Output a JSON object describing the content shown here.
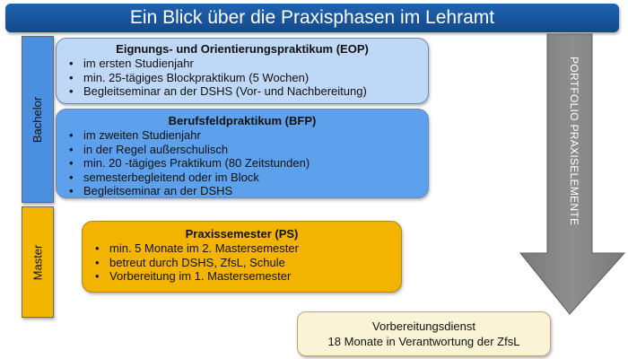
{
  "title": "Ein Blick über die Praxisphasen im Lehramt",
  "stages": {
    "bachelor": "Bachelor",
    "master": "Master"
  },
  "eop": {
    "heading": "Eignungs- und Orientierungspraktikum (EOP)",
    "items": [
      "im ersten Studienjahr",
      "min. 25-tägiges Blockpraktikum (5 Wochen)",
      "Begleitseminar an der DSHS (Vor- und Nachbereitung)"
    ]
  },
  "bfp": {
    "heading": "Berufsfeldpraktikum (BFP)",
    "items": [
      "im zweiten Studienjahr",
      "in der Regel außerschulisch",
      "min. 20 -tägiges Praktikum  (80 Zeitstunden)",
      "semesterbegleitend oder im Block",
      "Begleitseminar an der DSHS"
    ]
  },
  "ps": {
    "heading": "Praxissemester (PS)",
    "items": [
      "min. 5 Monate im 2. Mastersemester",
      "betreut durch DSHS, ZfsL, Schule",
      "Vorbereitung im 1. Mastersemester"
    ]
  },
  "vorbereitungsdienst": {
    "line1": "Vorbereitungsdienst",
    "line2": "18 Monate in Verantwortung der ZfsL"
  },
  "portfolio": "PORTFOLIO PRAXISELEMENTE",
  "colors": {
    "title_bar": "#1f63b0",
    "bachelor": "#4a8fe0",
    "master": "#f2b600",
    "eop_box": "#bed8f6",
    "bfp_box": "#5da0ec",
    "ps_box": "#f3b400",
    "vd_box": "#fbf3d6",
    "arrow": "#858585"
  }
}
